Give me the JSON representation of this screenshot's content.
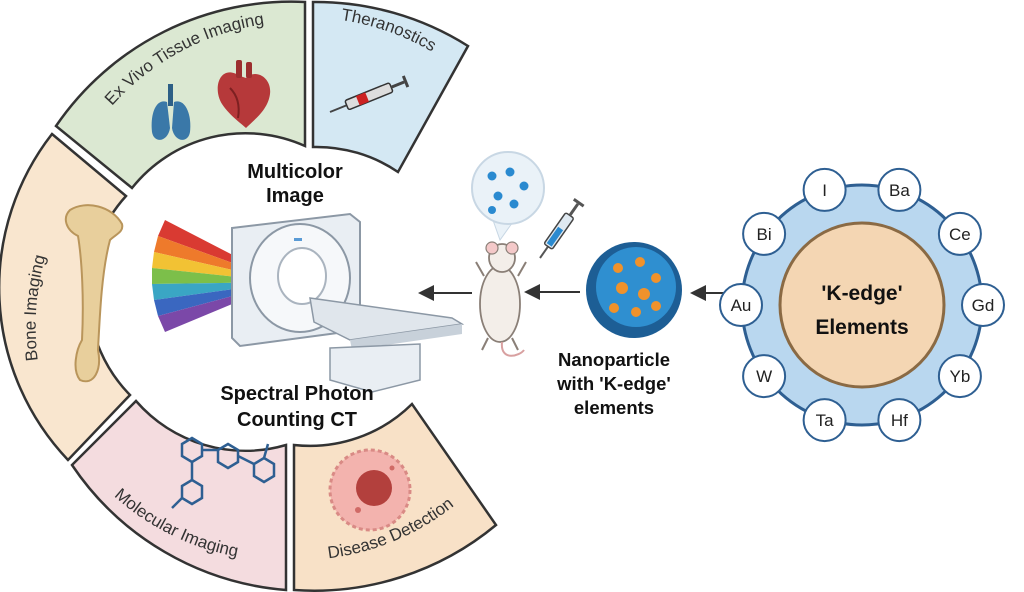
{
  "colors": {
    "ex_vivo": "#dbe8d2",
    "theranostics": "#d4e8f3",
    "bone": "#f9e6cf",
    "molecular": "#f4dcdf",
    "disease": "#f8e1c7",
    "ring": "#b9d7ef",
    "core": "#f4d6b3",
    "nanoparticle": "#2f8fd0",
    "np_dot": "#f0922b"
  },
  "segments": {
    "ex_vivo": "Ex Vivo Tissue Imaging",
    "theranostics": "Theranostics",
    "bone": "Bone Imaging",
    "molecular": "Molecular Imaging",
    "disease": "Disease Detection"
  },
  "center": {
    "multicolor_line1": "Multicolor",
    "multicolor_line2": "Image",
    "ct_line1": "Spectral Photon",
    "ct_line2": "Counting CT"
  },
  "nanoparticle": {
    "line1": "Nanoparticle",
    "line2": "with 'K-edge'",
    "line3": "elements"
  },
  "kedge": {
    "core_line1": "'K-edge'",
    "core_line2": "Elements",
    "elements": [
      "Ba",
      "Ce",
      "Gd",
      "Yb",
      "Hf",
      "Ta",
      "W",
      "Au",
      "Bi",
      "I"
    ]
  },
  "icons": [
    "lungs-icon",
    "heart-icon",
    "syringe-icon",
    "bone-icon",
    "molecule-icon",
    "cell-icon",
    "ct-scanner-icon",
    "mouse-icon",
    "nanoparticle-icon"
  ]
}
